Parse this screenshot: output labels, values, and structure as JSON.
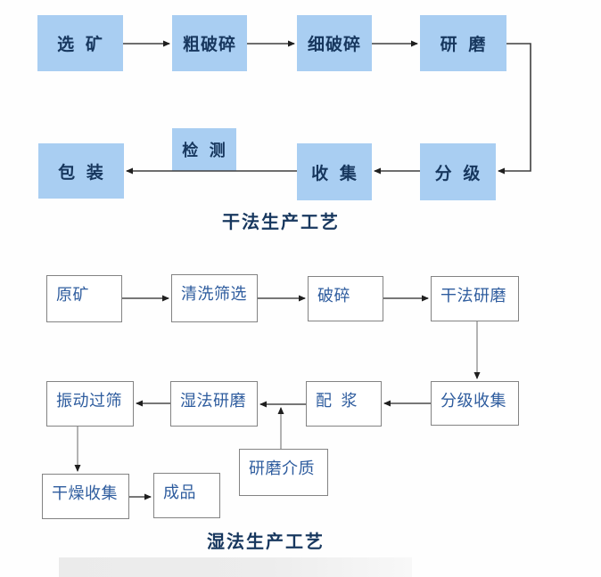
{
  "dry": {
    "title": "干法生产工艺",
    "nodes": [
      {
        "label": "选 矿"
      },
      {
        "label": "粗破碎"
      },
      {
        "label": "细破碎"
      },
      {
        "label": "研 磨"
      },
      {
        "label": "检 测"
      },
      {
        "label": "包 装"
      },
      {
        "label": "收 集"
      },
      {
        "label": "分 级"
      }
    ],
    "flow": "选矿 → 粗破碎 → 细破碎 → 研磨 → 分级 → 收集 → 包装 (检测在收集与包装之间)"
  },
  "wet": {
    "title": "湿法生产工艺",
    "nodes": [
      {
        "label": "原矿"
      },
      {
        "label": "清洗筛选"
      },
      {
        "label": "破碎"
      },
      {
        "label": "干法研磨"
      },
      {
        "label": "振动过筛"
      },
      {
        "label": "湿法研磨"
      },
      {
        "label": "配 浆"
      },
      {
        "label": "分级收集"
      },
      {
        "label": "研磨介质"
      },
      {
        "label": "干燥收集"
      },
      {
        "label": "成品"
      }
    ],
    "flow": "原矿 → 清洗筛选 → 破碎 → 干法研磨 → 分级收集 → 配浆 → 湿法研磨 → 振动过筛 → 干燥收集 → 成品 (研磨介质汇入配浆→湿法研磨)"
  },
  "colors": {
    "node_fill_blue": "#a9cef2",
    "node_text_navy": "#17375e",
    "wet_node_text_blue": "#2e5c9e",
    "wet_node_border": "#838383",
    "arrow_dark": "#3f3f3f",
    "arrow_gray_shaft": "#9a9a9a",
    "title_navy": "#17375e",
    "background": "#fefefe"
  }
}
